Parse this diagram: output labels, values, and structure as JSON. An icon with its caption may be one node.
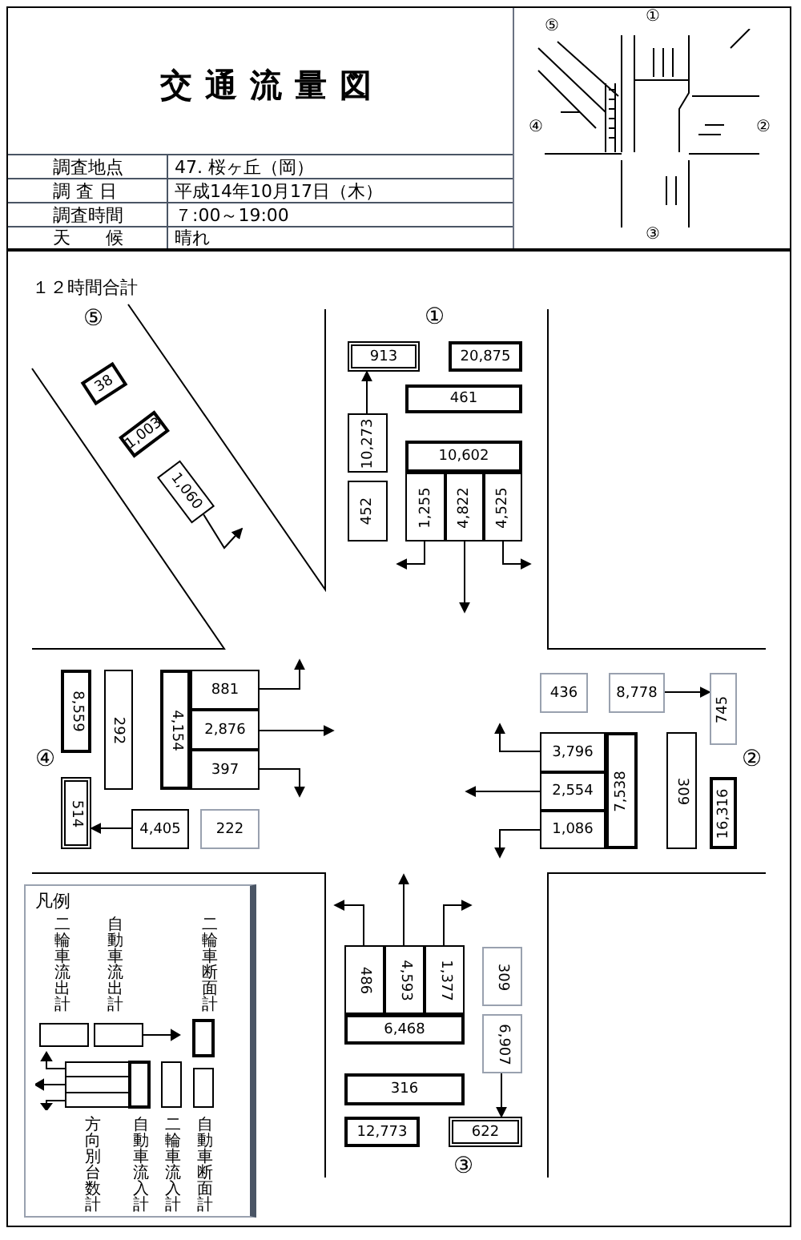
{
  "diagram": {
    "title": "交通流量図",
    "nodes": [
      {
        "text": [
          "913"
        ]
      },
      {
        "text": [
          "20,875"
        ]
      },
      {
        "text": [
          "461"
        ]
      },
      {
        "text": [
          "10,273"
        ]
      },
      {
        "text": [
          "10,602"
        ]
      },
      {
        "text": [
          "452"
        ]
      },
      {
        "text": [
          "1,255"
        ]
      },
      {
        "text": [
          "4,822"
        ]
      },
      {
        "text": [
          "4,525"
        ]
      },
      {
        "text": [
          "38"
        ]
      },
      {
        "text": [
          "1,003"
        ]
      },
      {
        "text": [
          "1,060"
        ]
      },
      {
        "text": [
          "8,559"
        ]
      },
      {
        "text": [
          "292"
        ]
      },
      {
        "text": [
          "4,154"
        ]
      },
      {
        "text": [
          "881"
        ]
      },
      {
        "text": [
          "2,876"
        ]
      },
      {
        "text": [
          "397"
        ]
      },
      {
        "text": [
          "514"
        ]
      },
      {
        "text": [
          "4,405"
        ]
      },
      {
        "text": [
          "222"
        ]
      },
      {
        "text": [
          "436"
        ]
      },
      {
        "text": [
          "8,778"
        ]
      },
      {
        "text": [
          "745"
        ]
      },
      {
        "text": [
          "3,796"
        ]
      },
      {
        "text": [
          "2,554"
        ]
      },
      {
        "text": [
          "1,086"
        ]
      },
      {
        "text": [
          "7,538"
        ]
      },
      {
        "text": [
          "309"
        ]
      },
      {
        "text": [
          "16,316"
        ]
      },
      {
        "text": [
          "486"
        ]
      },
      {
        "text": [
          "4,593"
        ]
      },
      {
        "text": [
          "1,377"
        ]
      },
      {
        "text": [
          "6,468"
        ]
      },
      {
        "text": [
          "309"
        ]
      },
      {
        "text": [
          "6,907"
        ]
      },
      {
        "text": [
          "316"
        ]
      },
      {
        "text": [
          "12,773"
        ]
      },
      {
        "text": [
          "622"
        ]
      }
    ],
    "edges": [
      {
        "from": 3,
        "to": 0,
        "arrow": "to"
      },
      {
        "from": 6,
        "to": null,
        "arrow": "to"
      },
      {
        "from": 7,
        "to": null,
        "arrow": "to"
      },
      {
        "from": 8,
        "to": null,
        "arrow": "to"
      },
      {
        "from": 11,
        "to": null,
        "arrow": "to"
      },
      {
        "from": 15,
        "to": null,
        "arrow": "to"
      },
      {
        "from": 16,
        "to": null,
        "arrow": "to"
      },
      {
        "from": 17,
        "to": null,
        "arrow": "to"
      },
      {
        "from": 19,
        "to": 18,
        "arrow": "to"
      },
      {
        "from": 22,
        "to": 23,
        "arrow": "to"
      },
      {
        "from": 24,
        "to": null,
        "arrow": "to"
      },
      {
        "from": 25,
        "to": null,
        "arrow": "to"
      },
      {
        "from": 26,
        "to": null,
        "arrow": "to"
      },
      {
        "from": 30,
        "to": null,
        "arrow": "to"
      },
      {
        "from": 31,
        "to": null,
        "arrow": "to"
      },
      {
        "from": 32,
        "to": null,
        "arrow": "to"
      },
      {
        "from": 35,
        "to": 38,
        "arrow": "to"
      }
    ],
    "labels": [
      "調査地点",
      "47. 桜ヶ丘（岡）",
      "調 査 日",
      "平成14年10月17日（木）",
      "調査時間",
      "７:00～19:00",
      "天　　候",
      "晴れ",
      "⑤",
      "①",
      "④",
      "②",
      "③",
      "１２時間合計",
      "⑤",
      "①",
      "④",
      "②",
      "③",
      "凡例"
    ],
    "legend": [
      {
        "text": "二輪車流出計"
      },
      {
        "text": "自動車流出計"
      },
      {
        "text": "二輪車断面計"
      },
      {
        "text": "方向別台数計"
      },
      {
        "text": "自動車流入計"
      },
      {
        "text": "二輪車流入計"
      },
      {
        "text": "自動車断面計"
      }
    ]
  }
}
